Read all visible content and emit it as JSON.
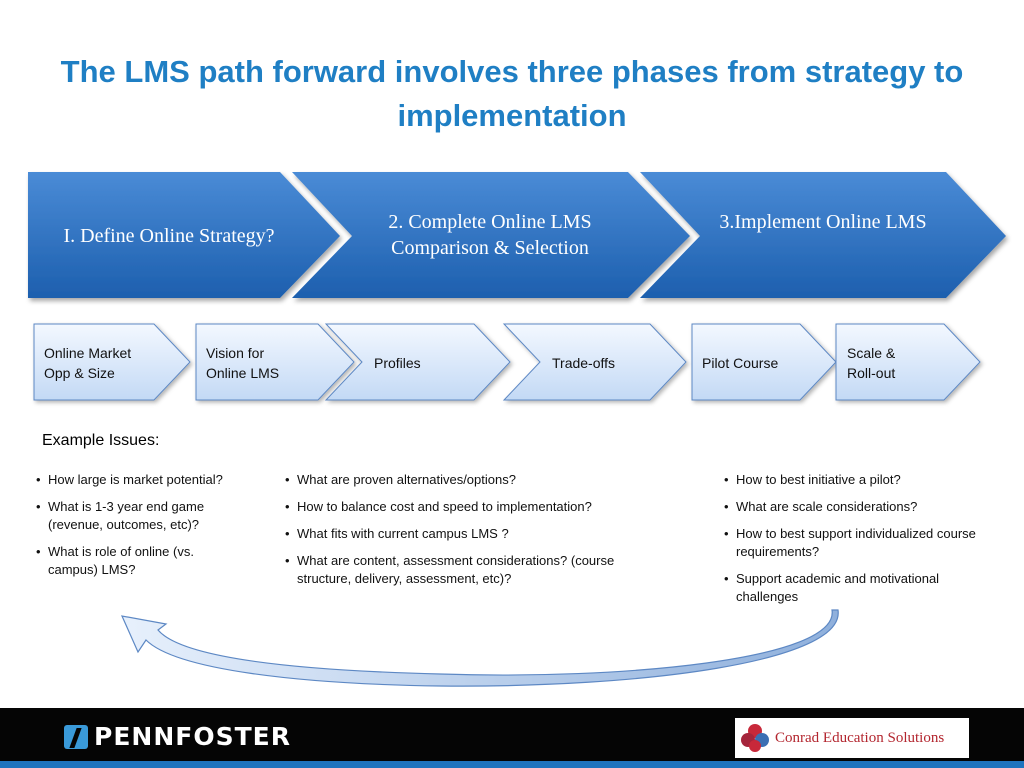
{
  "title": "The LMS path forward involves three phases from strategy to implementation",
  "phases": [
    {
      "label": "I. Define Online Strategy?"
    },
    {
      "label": "2. Complete Online LMS Comparison & Selection"
    },
    {
      "label": "3.Implement Online LMS"
    }
  ],
  "steps": [
    {
      "label": "Online Market Opp & Size"
    },
    {
      "label": "Vision for Online LMS"
    },
    {
      "label": "Profiles"
    },
    {
      "label": "Trade-offs"
    },
    {
      "label": "Pilot Course"
    },
    {
      "label": "Scale & Roll-out"
    }
  ],
  "issues_heading": "Example Issues:",
  "issues": {
    "col1": [
      "How large is market potential?",
      "What is 1-3 year end game (revenue, outcomes, etc)?",
      "What is role of online (vs. campus) LMS?"
    ],
    "col2": [
      "What are proven alternatives/options?",
      "How to balance cost and speed to implementation?",
      "What  fits with current campus LMS ?",
      "What are content, assessment considerations? (course structure, delivery, assessment, etc)?"
    ],
    "col3": [
      "How to best initiative a pilot?",
      "What are scale considerations?",
      "How to best support individualized course requirements?",
      "Support academic and motivational challenges"
    ]
  },
  "footer": {
    "left_logo": "PENNFOSTER",
    "right_logo": "Conrad Education Solutions"
  },
  "colors": {
    "title": "#1f7fc4",
    "phase_dark": "#1d5fae",
    "phase_light": "#4a8bd6",
    "step_light": "#e4effc",
    "step_border": "#5d88c4",
    "footer_bg": "#050505",
    "footer_stripe": "#1e73be"
  }
}
